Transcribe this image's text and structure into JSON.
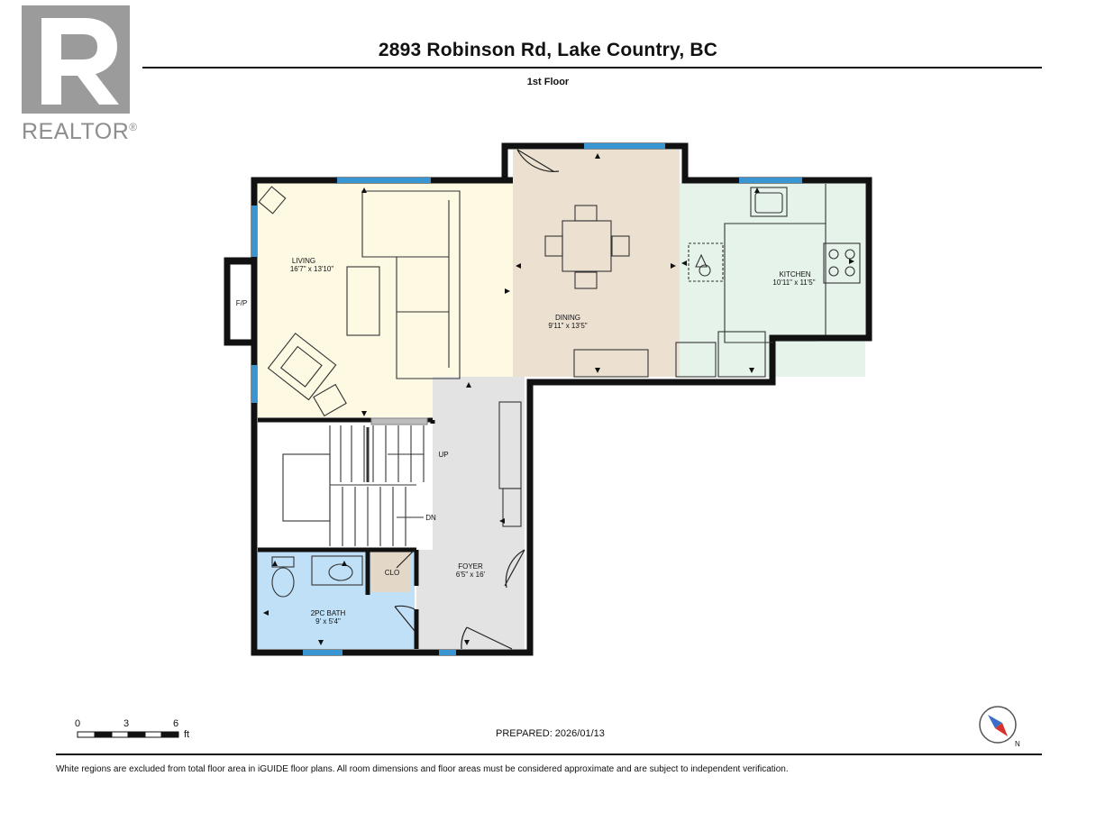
{
  "logo": {
    "text": "REALTOR",
    "mark": "®",
    "color": "#9b9b9b"
  },
  "header": {
    "title": "2893 Robinson Rd, Lake Country, BC",
    "floor": "1st Floor"
  },
  "rooms": {
    "living": {
      "name": "LIVING",
      "dims": "16'7\" x 13'10\"",
      "fill": "#fdf9e3"
    },
    "dining": {
      "name": "DINING",
      "dims": "9'11\" x 13'5\"",
      "fill": "#ece1d1"
    },
    "kitchen": {
      "name": "KITCHEN",
      "dims": "10'11\" x 11'5\"",
      "fill": "#e6f3ea"
    },
    "foyer": {
      "name": "FOYER",
      "dims": "6'5\" x 16'",
      "fill": "#e3e3e3"
    },
    "bath": {
      "name": "2PC BATH",
      "dims": "9' x 5'4\"",
      "fill": "#bfe0f7"
    },
    "closet": {
      "name": "CLO",
      "fill": "#e3d8c8"
    },
    "fireplace": {
      "name": "F/P"
    }
  },
  "stairs": {
    "up": "UP",
    "down": "DN"
  },
  "scale": {
    "ticks": [
      "0",
      "3",
      "6"
    ],
    "unit": "ft"
  },
  "prepared": "PREPARED: 2026/01/13",
  "compass": {
    "label": "N"
  },
  "footer": {
    "disclaimer": "White regions are excluded from total floor area in iGUIDE floor plans. All room dimensions and floor areas must be considered approximate and are subject to independent verification."
  },
  "colors": {
    "wall": "#111111",
    "window": "#3a96d3"
  }
}
